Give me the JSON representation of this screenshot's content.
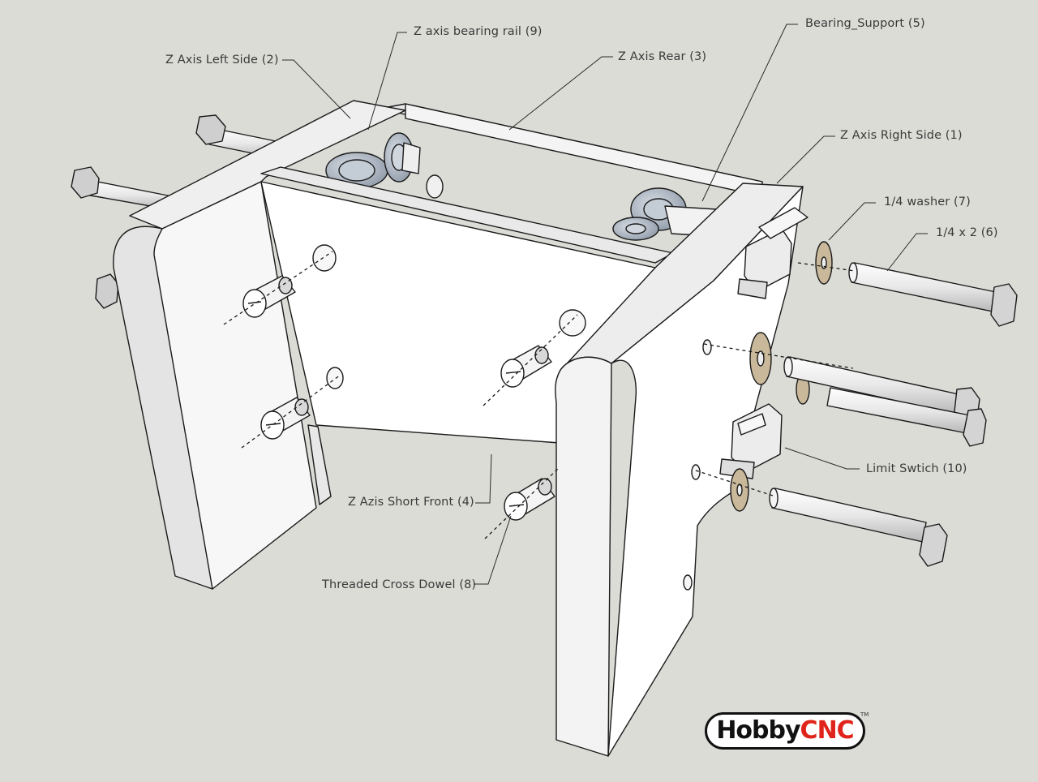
{
  "labels": {
    "z_axis_bearing_rail": "Z axis bearing rail (9)",
    "bearing_support": "Bearing_Support (5)",
    "z_axis_left_side": "Z Axis Left Side (2)",
    "z_axis_rear": "Z Axis Rear (3)",
    "z_axis_right_side": "Z Axis Right Side (1)",
    "washer": "1/4 washer (7)",
    "bolt": "1/4 x 2 (6)",
    "limit_switch": "Limit Swtich (10)",
    "short_front": "Z Azis Short Front (4)",
    "cross_dowel": "Threaded Cross Dowel (8)"
  },
  "logo": {
    "part1": "Hobby",
    "part2": "CNC",
    "tm": "TM"
  },
  "colors": {
    "background": "#dcdcd7",
    "part_face": "#ffffff",
    "part_side": "#e6e6e6",
    "outline": "#1a1a1a",
    "washer": "#c9b99a",
    "bearing": "#a9b3c0",
    "logo_accent": "#e0241b"
  }
}
